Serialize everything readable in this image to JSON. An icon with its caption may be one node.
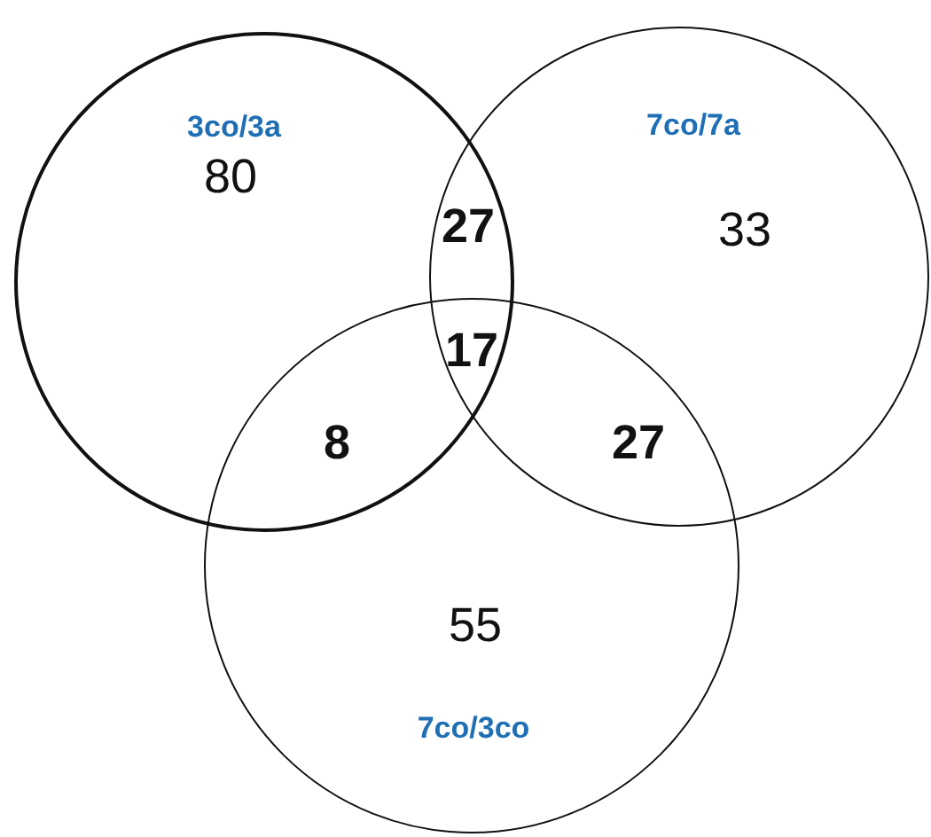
{
  "diagram": {
    "nodes": [
      {
        "text": [
          "3co/3a"
        ]
      },
      {
        "text": [
          "7co/7a"
        ]
      },
      {
        "text": [
          "7co/3co"
        ]
      }
    ],
    "labels": [
      "80",
      "27",
      "33",
      "17",
      "8",
      "27",
      "55"
    ]
  }
}
